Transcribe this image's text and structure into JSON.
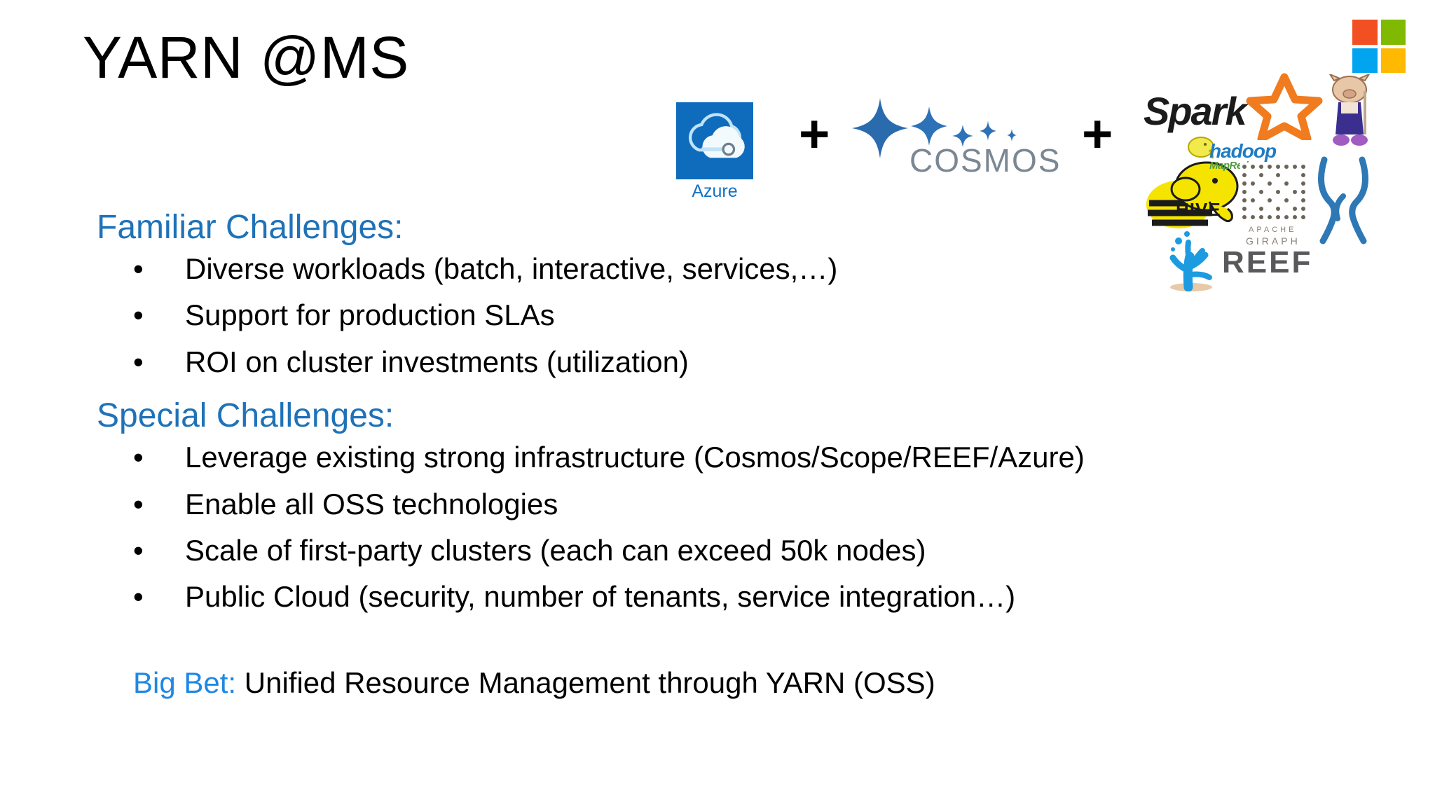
{
  "slide": {
    "title": "YARN @MS",
    "background": "#FFFFFF"
  },
  "colors": {
    "heading_blue": "#1F72B8",
    "big_bet_blue": "#1E88E5",
    "azure_blue": "#0F6CBD",
    "cosmos_gray": "#7C8794",
    "ms_red": "#F25022",
    "ms_green": "#7FBA00",
    "ms_blue": "#00A4EF",
    "ms_yellow": "#FFB900",
    "body_black": "#000000"
  },
  "ms_logo": {
    "name": "microsoft-logo",
    "tiles": [
      "#F25022",
      "#7FBA00",
      "#00A4EF",
      "#FFB900"
    ]
  },
  "logo_band": {
    "azure": {
      "label": "Azure",
      "icon": "azure-cloud-icon"
    },
    "plus_1": "+",
    "cosmos": {
      "wordmark": "COSMOS",
      "icon": "cosmos-stars-icon"
    },
    "plus_2": "+",
    "oss": {
      "spark": "Spark",
      "hadoop": "hadoop",
      "hadoop_sub": "MapReduce",
      "hive": "HIVE",
      "giraph_line1": "APACHE",
      "giraph_line2": "GIRAPH",
      "pig_icon": "apache-pig-icon",
      "tez_icon": "apache-tez-icon"
    },
    "reef": {
      "wordmark": "REEF",
      "icon": "reef-coral-icon"
    }
  },
  "content": {
    "familiar": {
      "heading": "Familiar Challenges:",
      "bullet_glyph": "•",
      "items": [
        "Diverse workloads (batch, interactive, services,…)",
        "Support for production SLAs",
        "ROI on cluster investments (utilization)"
      ]
    },
    "special": {
      "heading": "Special Challenges:",
      "bullet_glyph": "•",
      "items": [
        "Leverage existing strong infrastructure (Cosmos/Scope/REEF/Azure)",
        "Enable all OSS technologies",
        "Scale of first-party clusters (each can exceed 50k nodes)",
        "Public Cloud (security,  number of tenants, service integration…)"
      ]
    },
    "big_bet": {
      "label": "Big Bet:",
      "text": " Unified Resource Management through YARN (OSS)"
    }
  }
}
